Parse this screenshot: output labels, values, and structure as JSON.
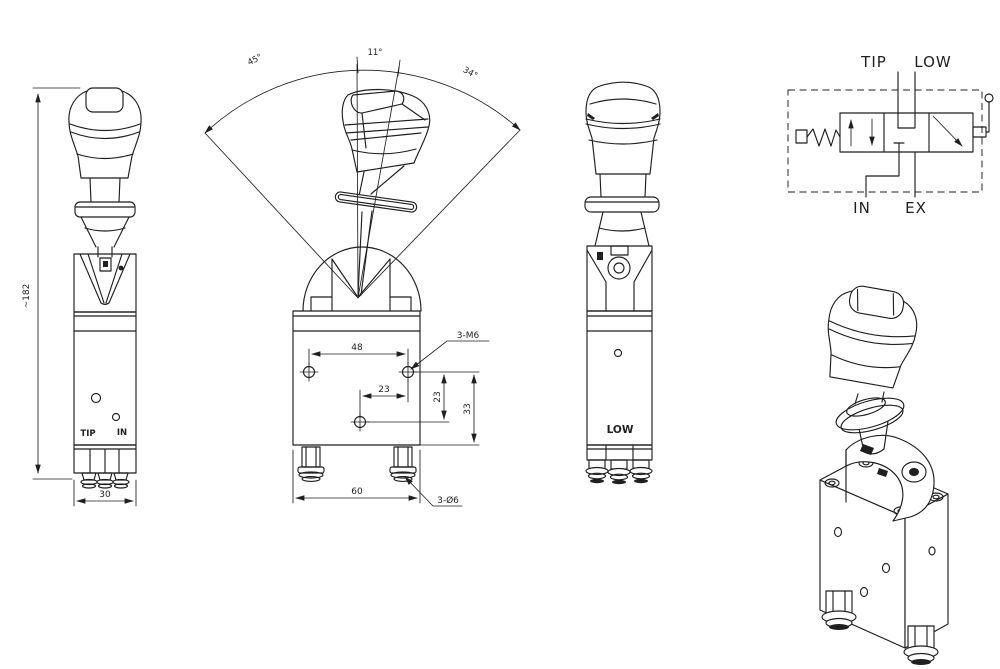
{
  "canvas": {
    "background": "#ffffff",
    "line_color": "#1f1f1f"
  },
  "front_view": {
    "height_dim": "~182",
    "width_dim": "30",
    "port_left": "TIP",
    "port_right": "IN"
  },
  "swing_view": {
    "angle_left": "45°",
    "angle_center": "11°",
    "angle_right": "34°",
    "dim_hole_span": "48",
    "callout_thread": "3-M6",
    "dim_offset_h": "23",
    "dim_offset_v": "23",
    "dim_height_holes": "33",
    "dim_base_width": "60",
    "callout_holes": "3-Ø6"
  },
  "side_view": {
    "port_label": "LOW"
  },
  "schematic": {
    "port_tip": "TIP",
    "port_low": "LOW",
    "port_in": "IN",
    "port_ex": "EX"
  }
}
